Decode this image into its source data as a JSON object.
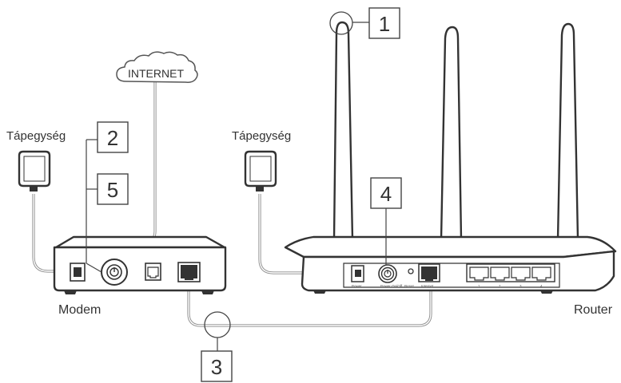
{
  "labels": {
    "internet": "INTERNET",
    "power_adapter_left": "Tápegység",
    "power_adapter_right": "Tápegység",
    "modem": "Modem",
    "router": "Router"
  },
  "callouts": {
    "step1": "1",
    "step2": "2",
    "step3": "3",
    "step4": "4",
    "step5": "5"
  },
  "router_ports": {
    "power": "Power",
    "power_onoff": "Power On/Off",
    "reset": "Reset",
    "internet": "Internet",
    "lan1": "1",
    "lan2": "2",
    "lan3": "3",
    "lan4": "4"
  },
  "colors": {
    "outline": "#333333",
    "cable": "#8c8c8c",
    "background": "#ffffff"
  }
}
